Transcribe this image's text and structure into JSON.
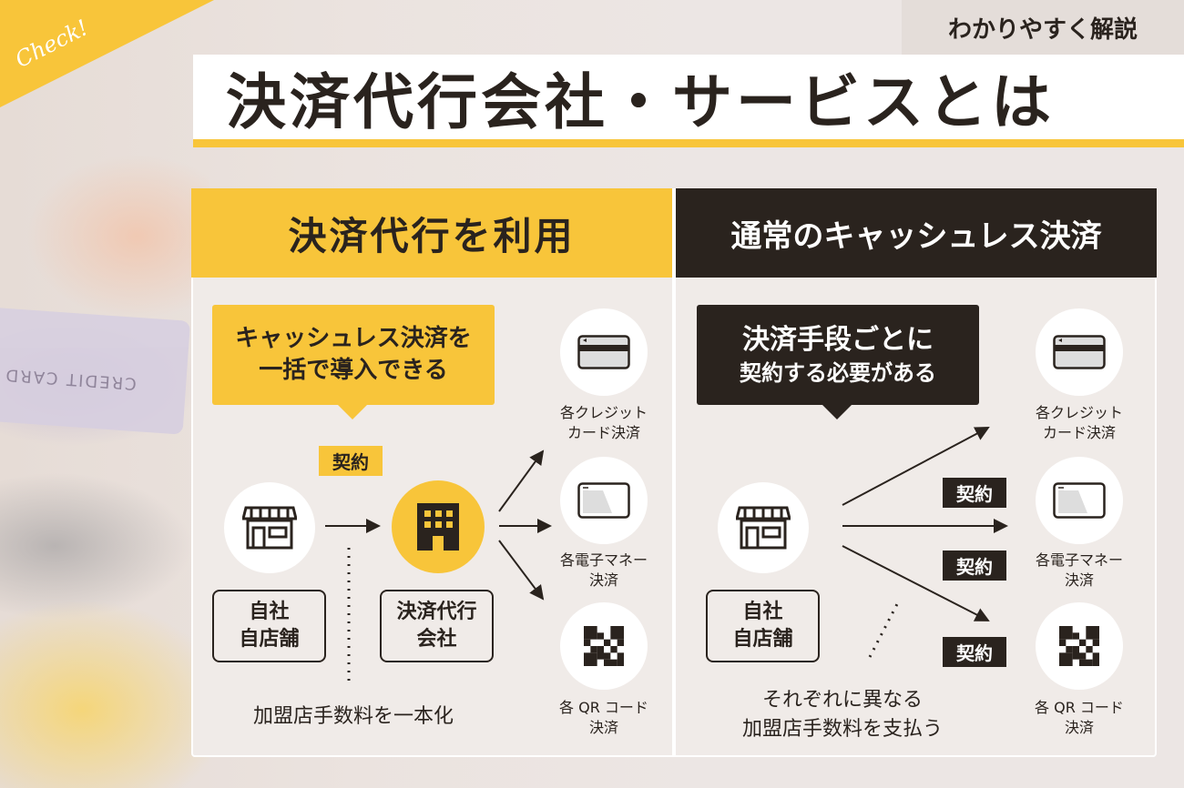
{
  "badge": "Check!",
  "photo_card_text": "CREDIT CARD",
  "tag": "わかりやすく解説",
  "title": "決済代行会社・サービスとは",
  "left": {
    "header": "決済代行を利用",
    "callout": [
      "キャッシュレス決済を",
      "一括で導入できる"
    ],
    "contract": "契約",
    "shop": [
      "自社",
      "自店舗"
    ],
    "company": [
      "決済代行",
      "会社"
    ],
    "footer": "加盟店手数料を一本化"
  },
  "right": {
    "header": "通常のキャッシュレス決済",
    "callout": [
      "決済手段ごとに",
      "契約する必要がある"
    ],
    "contracts": [
      "契約",
      "契約",
      "契約"
    ],
    "shop": [
      "自社",
      "自店舗"
    ],
    "footer": [
      "それぞれに異なる",
      "加盟店手数料を支払う"
    ]
  },
  "methods": [
    {
      "icon": "credit-card-icon",
      "label": [
        "各クレジット",
        "カード決済"
      ]
    },
    {
      "icon": "e-money-card-icon",
      "label": [
        "各電子マネー",
        "決済"
      ]
    },
    {
      "icon": "qr-code-icon",
      "label": [
        "各 QR コード",
        "決済"
      ]
    }
  ],
  "colors": {
    "accent": "#f8c53a",
    "dark": "#2a231e",
    "panel": "#f0ebe8"
  }
}
